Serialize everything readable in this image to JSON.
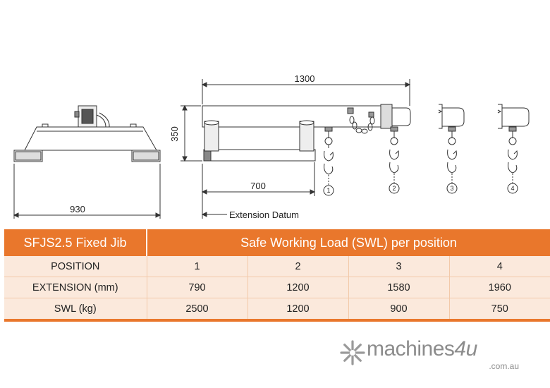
{
  "drawing": {
    "dim_overall_length": "1300",
    "dim_height": "350",
    "dim_frame_width": "930",
    "dim_datum_offset": "700",
    "datum_label": "Extension Datum",
    "positions": [
      "1",
      "2",
      "3",
      "4"
    ]
  },
  "table": {
    "model": "SFJS2.5 Fixed Jib",
    "heading": "Safe Working Load (SWL) per position",
    "rows": [
      {
        "label": "POSITION",
        "values": [
          "1",
          "2",
          "3",
          "4"
        ]
      },
      {
        "label": "EXTENSION (mm)",
        "values": [
          "790",
          "1200",
          "1580",
          "1960"
        ]
      },
      {
        "label": "SWL (kg)",
        "values": [
          "2500",
          "1200",
          "900",
          "750"
        ]
      }
    ]
  },
  "logo": {
    "main": "machines",
    "accent": "4u",
    "domain": ".com.au",
    "color": "#8c8c8c"
  },
  "colors": {
    "header": "#e9772c",
    "row": "#fbe9dc"
  }
}
